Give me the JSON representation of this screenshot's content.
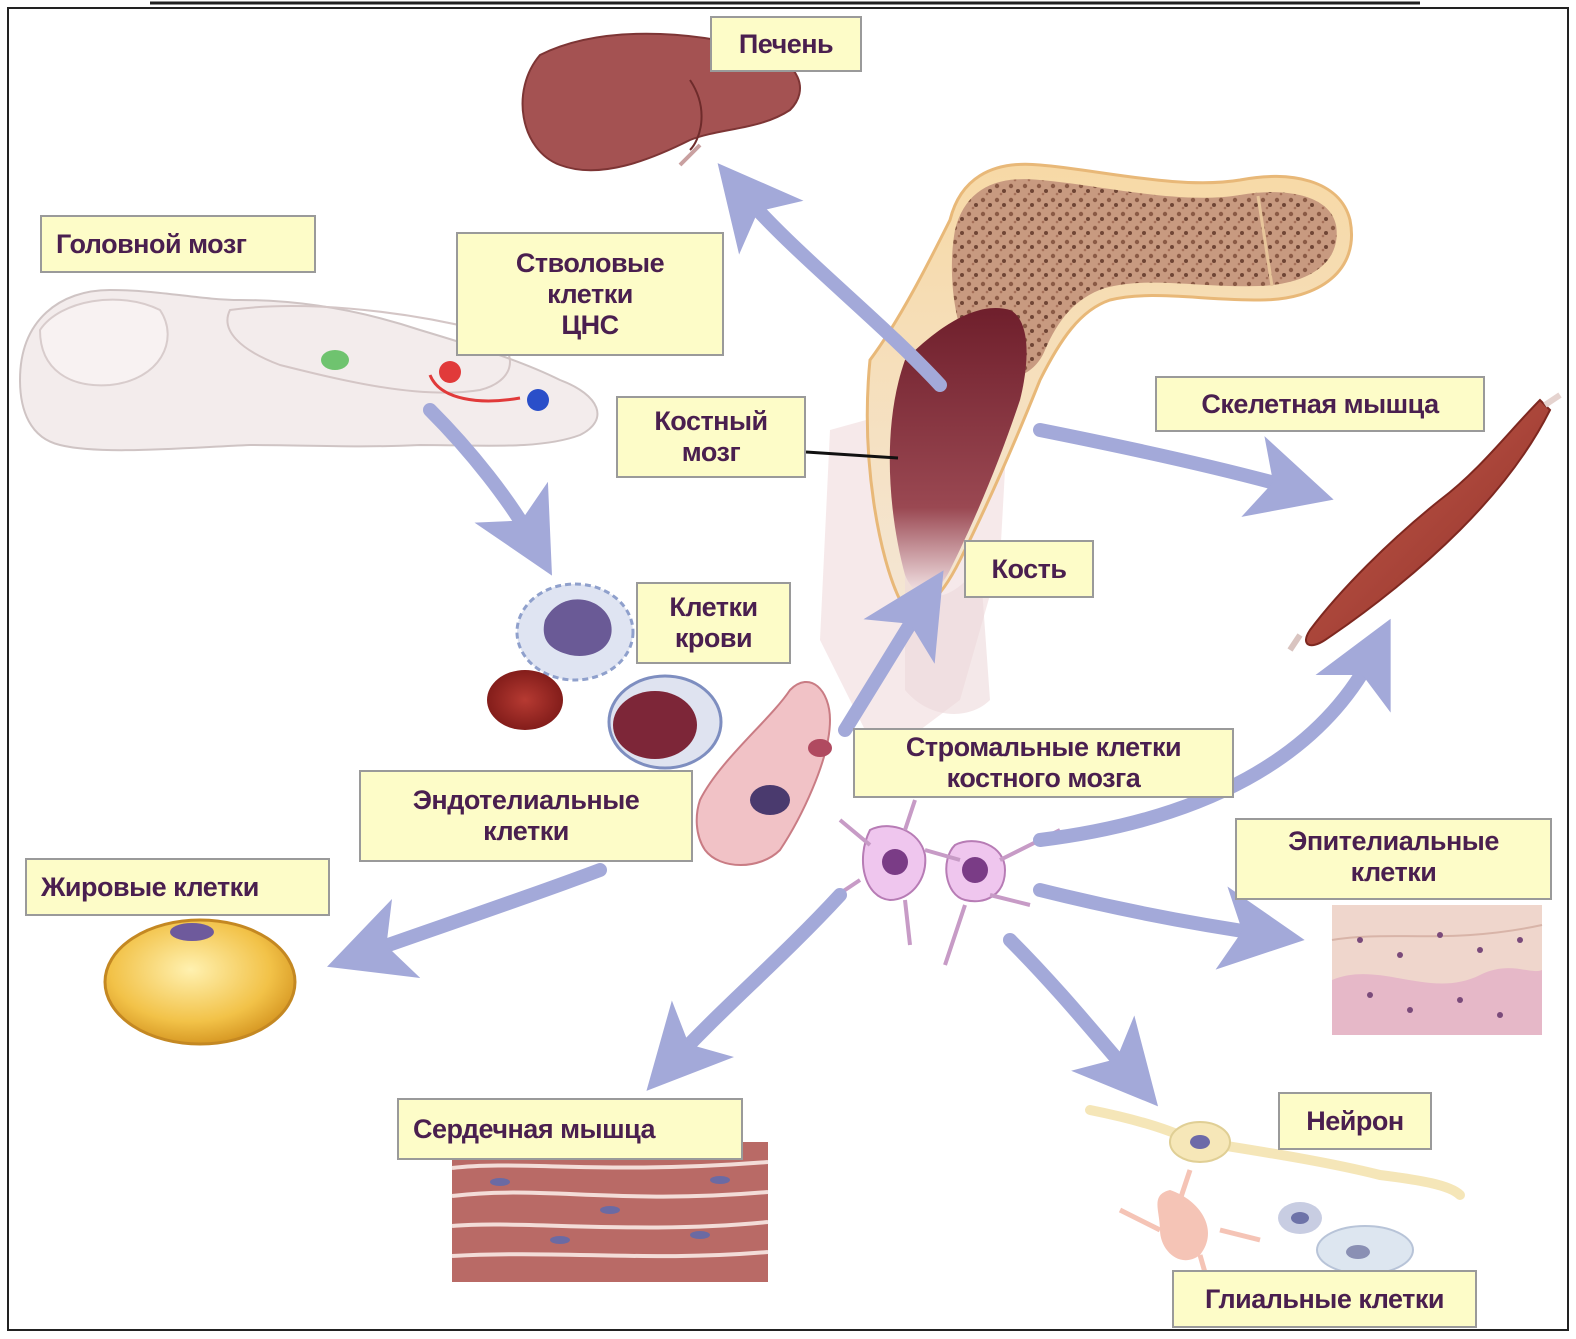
{
  "labels": {
    "liver": "Печень",
    "brain": "Головной мозг",
    "cns_stem_cells": "Стволовые\nклетки\nЦНС",
    "bone_marrow": "Костный\nмозг",
    "skeletal_muscle": "Скелетная мышца",
    "bone": "Кость",
    "blood_cells": "Клетки\nкрови",
    "stromal_cells": "Стромальные клетки\nкостного мозга",
    "endothelial_cells": "Эндотелиальные\nклетки",
    "epithelial_cells": "Эпителиальные\nклетки",
    "fat_cells": "Жировые клетки",
    "cardiac_muscle": "Сердечная мышца",
    "neuron": "Нейрон",
    "glial_cells": "Глиальные клетки"
  },
  "colors": {
    "label_fill": "#fdfcc8",
    "label_border": "#9a9a9a",
    "label_text": "#4a1f4f",
    "arrow": "#a3a9d9",
    "bone_spongy": "#b07f66",
    "bone_cortex": "#f6d7a0",
    "marrow": "#7a2b35",
    "liver": "#a04b4b",
    "muscle": "#b8473a",
    "fat_cell": "#f0c040",
    "stromal_cell": "#e9b8e8"
  }
}
